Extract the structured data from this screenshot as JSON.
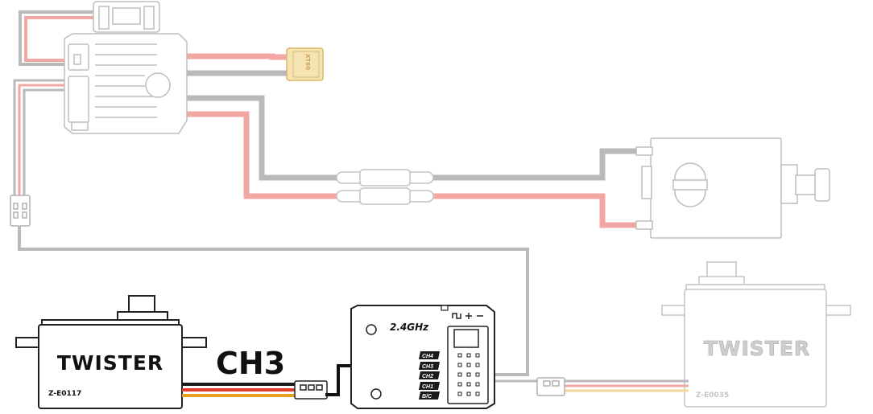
{
  "colors": {
    "faded_wire": "#b9b9b9",
    "faded_wire_red": "#f3a7a3",
    "faded_outline": "#bdbdbd",
    "outline": "#222222",
    "wire_black": "#1a1a1a",
    "wire_red": "#e03c28",
    "wire_orange": "#e8a020",
    "xt60_fill": "#f6e3b2"
  },
  "xt60": {
    "label": "XT60"
  },
  "servo_left": {
    "brand": "TWISTER",
    "model": "Z-E0117"
  },
  "servo_right": {
    "brand": "TWISTER",
    "model": "Z-E0035"
  },
  "channel_callout": {
    "label": "CH3"
  },
  "receiver": {
    "frequency": "2.4GHz",
    "channels": [
      "CH4",
      "CH3",
      "CH2",
      "CH1",
      "B/C"
    ],
    "icons": [
      "pulse-icon",
      "plus-icon",
      "minus-icon"
    ]
  }
}
